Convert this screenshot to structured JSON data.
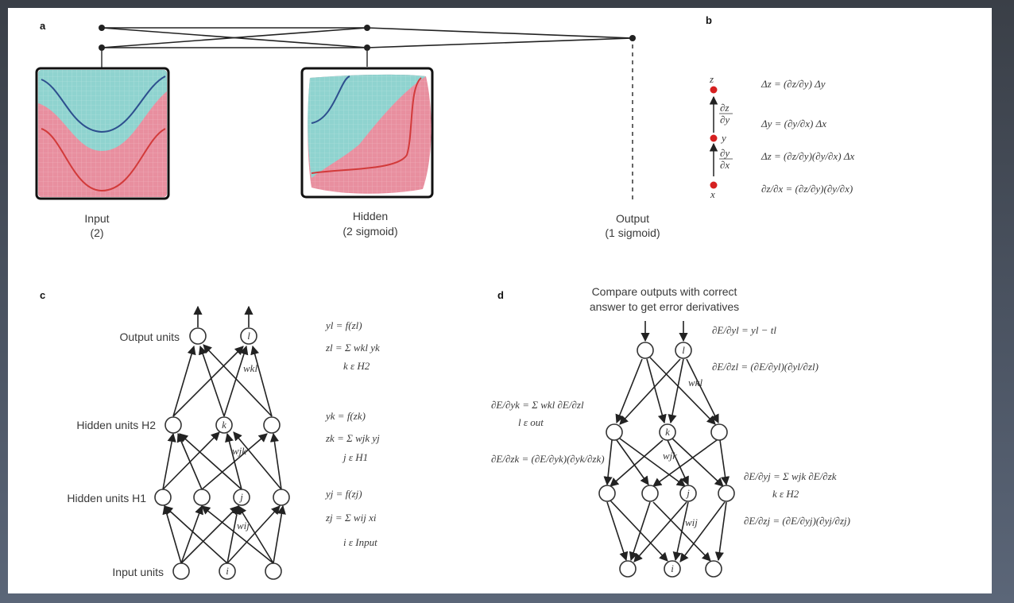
{
  "panels": {
    "a": {
      "letter": "a",
      "input_label": "Input",
      "input_sub": "(2)",
      "hidden_label": "Hidden",
      "hidden_sub": "(2 sigmoid)",
      "output_label": "Output",
      "output_sub": "(1 sigmoid)"
    },
    "b": {
      "letter": "b",
      "node_z": "z",
      "node_y": "y",
      "node_x": "x",
      "eq1": "Δz = (∂z/∂y) Δy",
      "eq2": "Δy = (∂y/∂x) Δx",
      "eq3": "Δz = (∂z/∂y)(∂y/∂x) Δx",
      "eq4": "∂z/∂x = (∂z/∂y)(∂y/∂x)"
    },
    "c": {
      "letter": "c",
      "output_units": "Output units",
      "hidden_h2": "Hidden units H2",
      "hidden_h1": "Hidden units H1",
      "input_units": "Input units",
      "node_l": "l",
      "node_k": "k",
      "node_j": "j",
      "node_i": "i",
      "w_kl": "wkl",
      "w_jk": "wjk",
      "w_ij": "wij",
      "eq_out1": "yl = f(zl)",
      "eq_out2": "zl = Σ wkl yk",
      "eq_out3": "k ε H2",
      "eq_h2_1": "yk = f(zk)",
      "eq_h2_2": "zk = Σ wjk yj",
      "eq_h2_3": "j ε H1",
      "eq_h1_1": "yj = f(zj)",
      "eq_h1_2": "zj = Σ wij xi",
      "eq_h1_3": "i ε Input"
    },
    "d": {
      "letter": "d",
      "caption_line1": "Compare outputs with correct",
      "caption_line2": "answer to get error derivatives",
      "node_l": "l",
      "node_k": "k",
      "node_j": "j",
      "node_i": "i",
      "w_kl": "wkl",
      "w_jk": "wjk",
      "w_ij": "wij",
      "eq_out1": "∂E/∂yl = yl − tl",
      "eq_out2": "∂E/∂zl = (∂E/∂yl)(∂yl/∂zl)",
      "eq_h2_1": "∂E/∂yk = Σ wkl ∂E/∂zl",
      "eq_h2_sub": "l ε out",
      "eq_h2_2": "∂E/∂zk = (∂E/∂yk)(∂yk/∂zk)",
      "eq_h1_1": "∂E/∂yj = Σ wjk ∂E/∂zk",
      "eq_h1_sub": "k ε H2",
      "eq_h1_2": "∂E/∂zj = (∂E/∂yj)(∂yj/∂zj)"
    }
  },
  "colors": {
    "teal_region": "#8fd3cf",
    "pink_region": "#e88f9f",
    "blue_curve": "#2d4f8e",
    "red_curve": "#d23a3a",
    "red_node": "#d62020"
  }
}
